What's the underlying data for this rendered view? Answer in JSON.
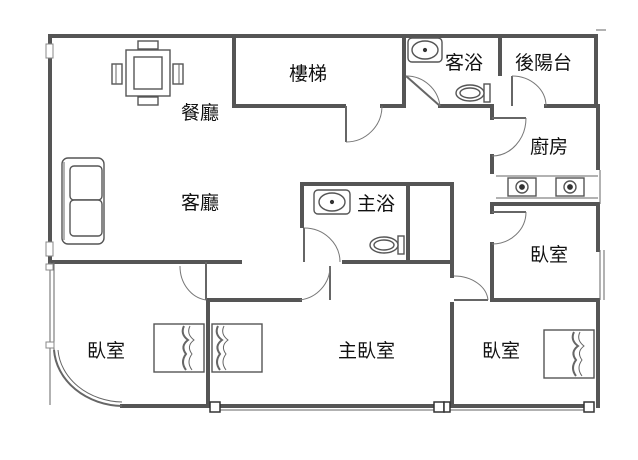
{
  "rooms": {
    "dining": "餐廳",
    "stairs": "樓梯",
    "guest_bath": "客浴",
    "back_balcony": "後陽台",
    "kitchen": "廚房",
    "living": "客廳",
    "master_bath": "主浴",
    "bedroom_right_upper": "臥室",
    "bedroom_left": "臥室",
    "master_bedroom": "主臥室",
    "bedroom_right_lower": "臥室"
  },
  "colors": {
    "wall": "#555555",
    "text": "#111111",
    "background": "#ffffff"
  }
}
